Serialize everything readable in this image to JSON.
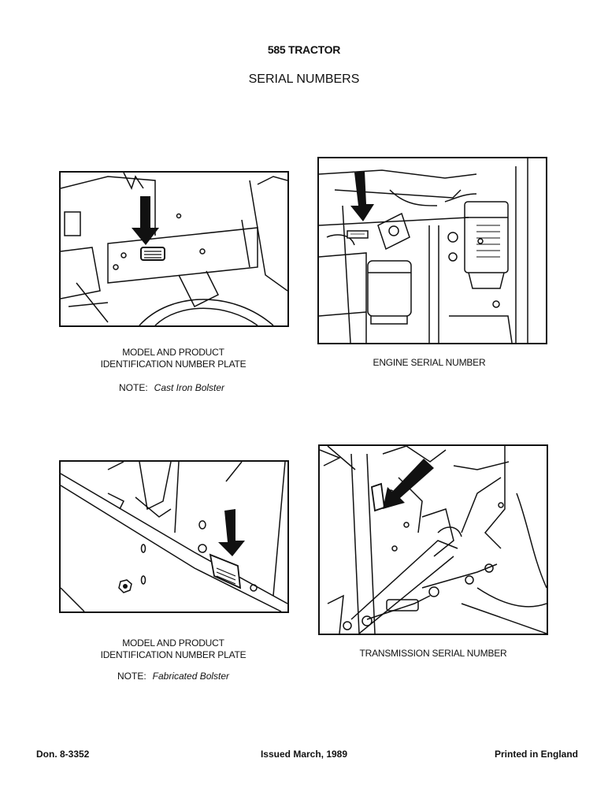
{
  "header": {
    "title": "585 TRACTOR",
    "subtitle": "SERIAL NUMBERS"
  },
  "figures": [
    {
      "caption_line1": "MODEL AND PRODUCT",
      "caption_line2": "IDENTIFICATION NUMBER PLATE",
      "note_label": "NOTE:",
      "note_value": "Cast Iron Bolster"
    },
    {
      "caption_line1": "ENGINE SERIAL NUMBER"
    },
    {
      "caption_line1": "MODEL AND PRODUCT",
      "caption_line2": "IDENTIFICATION NUMBER PLATE",
      "note_label": "NOTE:",
      "note_value": "Fabricated Bolster"
    },
    {
      "caption_line1": "TRANSMISSION SERIAL NUMBER"
    }
  ],
  "footer": {
    "doc_number": "Don. 8-3352",
    "issued": "Issued March, 1989",
    "printed": "Printed in England"
  }
}
